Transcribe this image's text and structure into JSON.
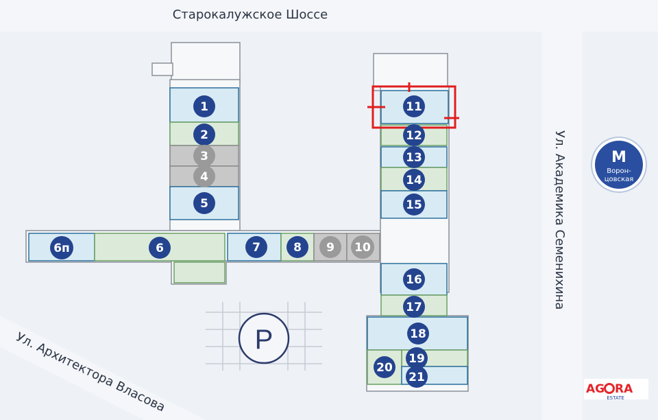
{
  "streets": {
    "top": "Старокалужское Шоссе",
    "right": "Ул. Академика Семенихина",
    "bottom_left": "Ул. Архитектора Власова"
  },
  "parking": {
    "label": "P",
    "icon": "parking-icon"
  },
  "metro": {
    "line1": "Ворон-",
    "line2": "цовская",
    "icon": "metro-icon"
  },
  "brand": {
    "name_part1": "AG",
    "name_part2": "RA",
    "sub": "ESTATE",
    "icon": "agora-logo"
  },
  "units": [
    {
      "id": "1",
      "status": "available"
    },
    {
      "id": "2",
      "status": "available"
    },
    {
      "id": "3",
      "status": "unavailable"
    },
    {
      "id": "4",
      "status": "unavailable"
    },
    {
      "id": "5",
      "status": "available"
    },
    {
      "id": "6п",
      "status": "available"
    },
    {
      "id": "6",
      "status": "available"
    },
    {
      "id": "7",
      "status": "available"
    },
    {
      "id": "8",
      "status": "available"
    },
    {
      "id": "9",
      "status": "unavailable"
    },
    {
      "id": "10",
      "status": "unavailable"
    },
    {
      "id": "11",
      "status": "selected"
    },
    {
      "id": "12",
      "status": "available"
    },
    {
      "id": "13",
      "status": "available"
    },
    {
      "id": "14",
      "status": "available"
    },
    {
      "id": "15",
      "status": "available"
    },
    {
      "id": "16",
      "status": "available"
    },
    {
      "id": "17",
      "status": "available"
    },
    {
      "id": "18",
      "status": "available"
    },
    {
      "id": "19",
      "status": "available"
    },
    {
      "id": "20",
      "status": "available"
    },
    {
      "id": "21",
      "status": "available"
    }
  ],
  "colors": {
    "badge": "#24448f",
    "badge_unavailable": "#9a9a9a",
    "room_blue": "#d8ebf4",
    "room_green": "#dcebd9",
    "room_grey": "#c8c8c8",
    "selection": "#e01e1e",
    "metro": "#2a4fa0",
    "brand_red": "#e3262a",
    "brand_blue": "#1e3d8f"
  }
}
